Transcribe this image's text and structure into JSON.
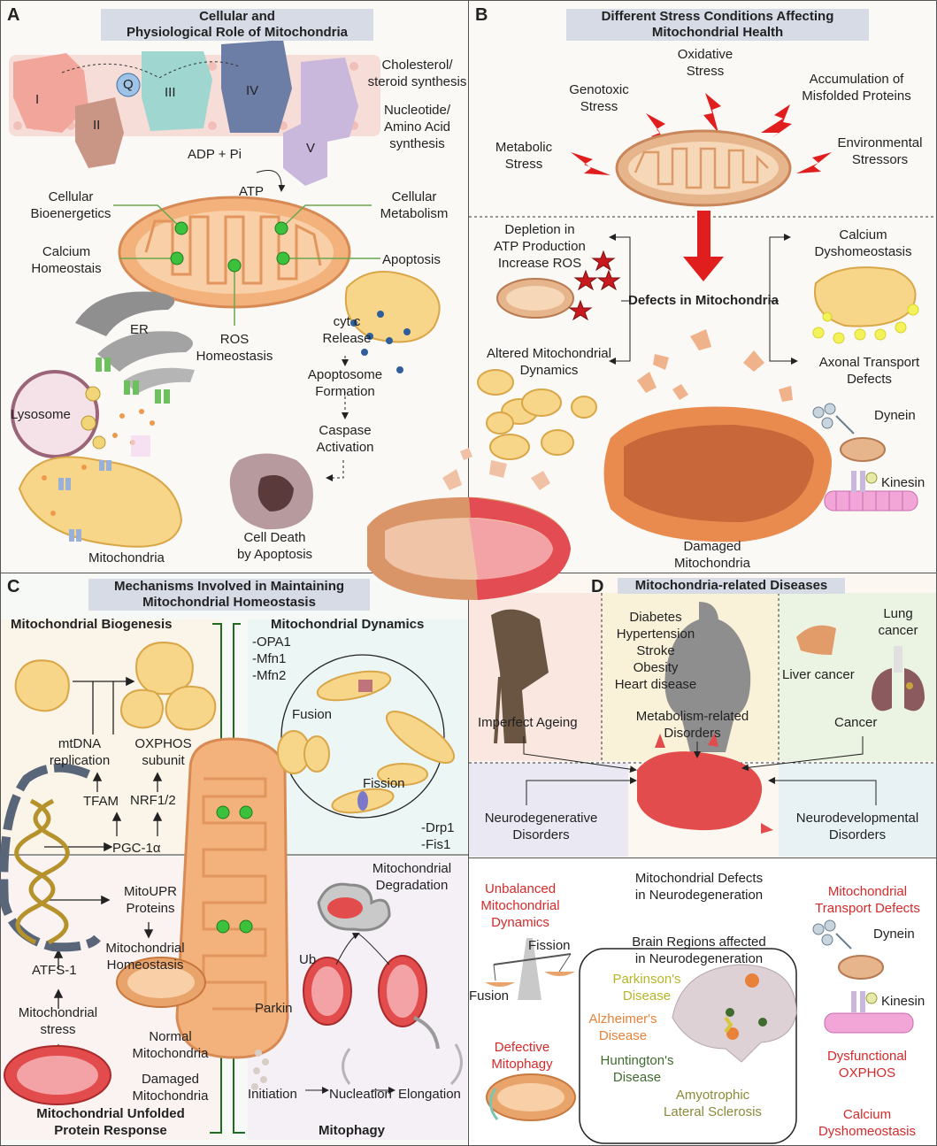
{
  "panel_a": {
    "letter": "A",
    "title": "Cellular and\nPhysiological Role of Mitochondria",
    "complexes": [
      "I",
      "Q",
      "II",
      "III",
      "IV",
      "V"
    ],
    "cholesterol": "Cholesterol/\nsteroid synthesis",
    "nucleotide": "Nucleotide/\nAmino Acid\nsynthesis",
    "adp": "ADP + Pi",
    "atp": "ATP",
    "bioenergetics": "Cellular\nBioenergetics",
    "metabolism": "Cellular\nMetabolism",
    "calcium": "Calcium\nHomeostais",
    "apoptosis": "Apoptosis",
    "ros": "ROS\nHomeostasis",
    "er": "ER",
    "lysosome": "Lysosome",
    "mitochondria": "Mitochondria",
    "cytc": "cyt c\nRelease",
    "apoptosome": "Apoptosome\nFormation",
    "caspase": "Caspase\nActivation",
    "celldeath": "Cell Death\nby Apoptosis"
  },
  "panel_b": {
    "letter": "B",
    "title": "Different Stress Conditions Affecting\nMitochondrial Health",
    "oxidative": "Oxidative\nStress",
    "genotoxic": "Genotoxic\nStress",
    "misfolded": "Accumulation of\nMisfolded Proteins",
    "metabolic": "Metabolic\nStress",
    "environmental": "Environmental\nStressors",
    "depletion": "Depletion in\nATP Production\nIncrease ROS",
    "calcium": "Calcium\nDyshomeostasis",
    "defects": "Defects in Mitochondria",
    "altered": "Altered Mitochondrial\nDynamics",
    "axonal": "Axonal Transport\nDefects",
    "dynein": "Dynein",
    "kinesin": "Kinesin",
    "damaged": "Damaged\nMitochondria"
  },
  "panel_c": {
    "letter": "C",
    "title": "Mechanisms Involved in Maintaining\nMitochondrial Homeostasis",
    "biogenesis": "Mitochondrial Biogenesis",
    "dynamics": "Mitochondrial Dynamics",
    "fusion_genes": "-OPA1\n-Mfn1\n-Mfn2",
    "fusion": "Fusion",
    "fission": "Fission",
    "fission_genes": "-Drp1\n-Fis1",
    "mtdna": "mtDNA\nreplication",
    "oxphos": "OXPHOS\nsubunit",
    "tfam": "TFAM",
    "nrf": "NRF1/2",
    "pgc": "PGC-1α",
    "mitoupr": "MitoUPR\nProteins",
    "mito_homeo": "Mitochondrial\nHomeostasis",
    "atfs": "ATFS-1",
    "mito_stress": "Mitochondrial\nstress",
    "normal": "Normal\nMitochondria",
    "damaged": "Damaged\nMitochondria",
    "upr": "Mitochondrial Unfolded\nProtein Response",
    "degradation": "Mitochondrial\nDegradation",
    "ub": "Ub",
    "parkin": "Parkin",
    "initiation": "Initiation",
    "nucleation": "Nucleation",
    "elongation": "Elongation",
    "mitophagy": "Mitophagy"
  },
  "panel_d": {
    "letter": "D",
    "title": "Mitochondria-related Diseases",
    "metabolic_list": "Diabetes\nHypertension\nStroke\nObesity\nHeart disease",
    "lung": "Lung\ncancer",
    "liver": "Liver cancer",
    "ageing": "Imperfect Ageing",
    "metabolism_disorders": "Metabolism-related\nDisorders",
    "cancer": "Cancer",
    "neurodegenerative": "Neurodegenerative\nDisorders",
    "neurodevelopmental": "Neurodevelopmental\nDisorders"
  },
  "panel_e": {
    "heading": "Mitochondrial Defects\nin Neurodegeneration",
    "unbalanced": "Unbalanced\nMitochondrial\nDynamics",
    "fission": "Fission",
    "fusion": "Fusion",
    "transport": "Mitochondrial\nTransport Defects",
    "dynein": "Dynein",
    "kinesin": "Kinesin",
    "brain_title": "Brain Regions affected\nin Neurodegeneration",
    "parkinson": "Parkinson's\nDisease",
    "alzheimer": "Alzheimer's\nDisease",
    "huntington": "Huntington's\nDisease",
    "als": "Amyotrophic\nLateral Sclerosis",
    "mitophagy": "Defective\nMitophagy",
    "oxphos": "Dysfunctional\nOXPHOS",
    "calcium": "Calcium\nDyshomeostasis"
  },
  "colors": {
    "red": "#d62a2a",
    "green": "#1f6b1f",
    "dot": "#3cc13c",
    "mito_orange": "#f3b27c",
    "mito_yellow": "#f7d68a",
    "title_bg": "#d6dbe6",
    "parkinson": "#b5b52a",
    "alzheimer": "#e8823a",
    "huntington": "#3f6b2f",
    "als": "#8a8a3a"
  }
}
